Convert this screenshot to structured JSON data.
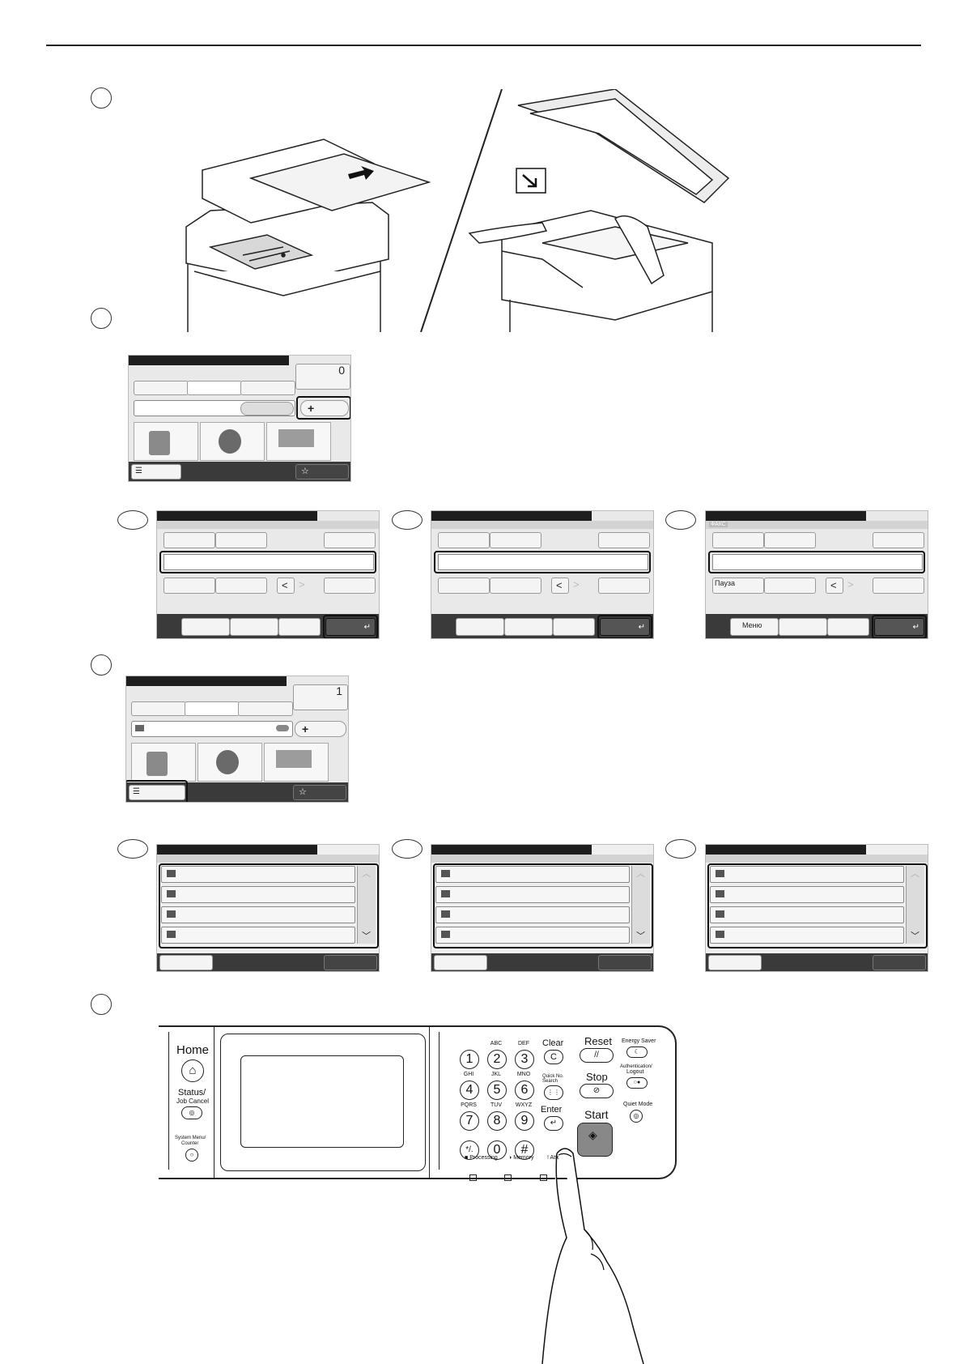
{
  "step_markers": [
    "",
    "",
    "",
    ""
  ],
  "illustrations": {
    "adf_scene": "printer-adf-loading",
    "glass_scene": "printer-platen-loading",
    "arrow_icon": "arrow-icon",
    "corner_marker_icon": "corner-arrow-icon"
  },
  "screen_send_1": {
    "counter": "0",
    "add_button_symbol": "+",
    "star_symbol": "☆",
    "list_symbol": "☰"
  },
  "fax_entry": {
    "title": "ФАКС",
    "pause_label": "Пауза",
    "menu_label": "Меню",
    "enter_symbol": "↵",
    "left_arrow": "<",
    "right_arrow": ">"
  },
  "screen_send_2": {
    "counter": "1",
    "add_button_symbol": "+",
    "star_symbol": "☆",
    "list_symbol": "☰"
  },
  "dest_list": {
    "up_symbol": "︿",
    "down_symbol": "﹀"
  },
  "control_panel": {
    "home": "Home",
    "status": "Status/",
    "job_cancel": "Job Cancel",
    "system_menu": "System Menu/",
    "counter": "Counter",
    "keys": [
      {
        "num": "1",
        "letters": ""
      },
      {
        "num": "2",
        "letters": "ABC"
      },
      {
        "num": "3",
        "letters": "DEF"
      },
      {
        "num": "4",
        "letters": "GHI"
      },
      {
        "num": "5",
        "letters": "JKL"
      },
      {
        "num": "6",
        "letters": "MNO"
      },
      {
        "num": "7",
        "letters": "PQRS"
      },
      {
        "num": "8",
        "letters": "TUV"
      },
      {
        "num": "9",
        "letters": "WXYZ"
      },
      {
        "num": "*/.",
        "letters": ""
      },
      {
        "num": "0",
        "letters": ""
      },
      {
        "num": "#",
        "letters": ""
      }
    ],
    "clear": "Clear",
    "clear_key": "C",
    "quick_no_search": "Quick No.",
    "quick_search": "Search",
    "enter": "Enter",
    "reset": "Reset",
    "stop": "Stop",
    "start": "Start",
    "energy_saver": "Energy Saver",
    "authentication": "Authentication/",
    "logout": "Logout",
    "quiet_mode": "Quiet Mode",
    "processing": "Processing",
    "memory": "Memory",
    "attention": "Attention"
  }
}
